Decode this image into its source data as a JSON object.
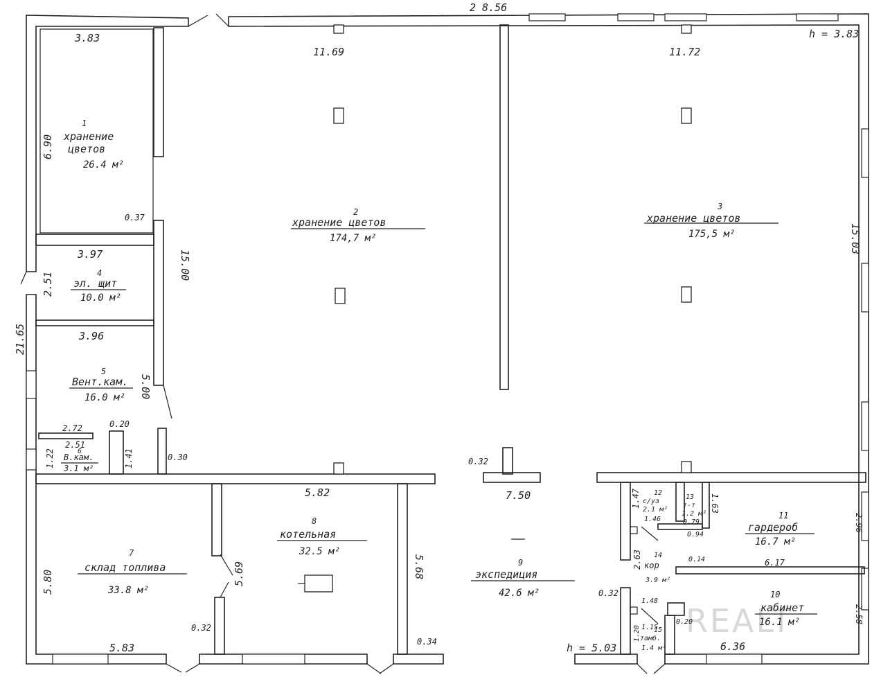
{
  "plan": {
    "overall_width": "2 8.56",
    "height_main": "h = 3.83",
    "height_low": "h = 5.03",
    "watermark": "REALT",
    "rooms": [
      {
        "num": "1",
        "name_line1": "хранение",
        "name_line2": "цветов",
        "area": "26.4 м²"
      },
      {
        "num": "2",
        "name": "хранение цветов",
        "area": "174,7 м²"
      },
      {
        "num": "3",
        "name": "хранение цветов",
        "area": "175,5 м²"
      },
      {
        "num": "4",
        "name": "эл. щит",
        "area": "10.0 м²"
      },
      {
        "num": "5",
        "name": "Вент.кам.",
        "area": "16.0 м²"
      },
      {
        "num": "6",
        "name": "В.кам.",
        "area": "3.1 м²"
      },
      {
        "num": "7",
        "name": "склад топлива",
        "area": "33.8 м²"
      },
      {
        "num": "8",
        "name": "котельная",
        "area": "32.5 м²"
      },
      {
        "num": "9",
        "name": "экспедиция",
        "area": "42.6 м²"
      },
      {
        "num": "10",
        "name": "кабинет",
        "area": "16.1 м²"
      },
      {
        "num": "11",
        "name": "гардероб",
        "area": "16.7 м²"
      },
      {
        "num": "12",
        "name": "с/уз",
        "area": "2.1 м²"
      },
      {
        "num": "13",
        "name": "т-т",
        "area": "1.2 м²"
      },
      {
        "num": "14",
        "name": "кор",
        "area": "3.9 м²"
      },
      {
        "num": "15",
        "name": "тамб.",
        "area": "1.4 м²"
      }
    ],
    "dims": {
      "d_3_83": "3.83",
      "d_11_69": "11.69",
      "d_11_72": "11.72",
      "d_6_90": "6.90",
      "d_0_37": "0.37",
      "d_15_00": "15.00",
      "d_3_97": "3.97",
      "d_2_51_left": "2.51",
      "d_21_65": "21.65",
      "d_3_96": "3.96",
      "d_5_00": "5.00",
      "d_15_03": "15.03",
      "d_2_72": "2.72",
      "d_0_20_top": "0.20",
      "d_2_51_vk": "2.51",
      "d_1_22": "1.22",
      "d_1_41": "1.41",
      "d_0_30": "0.30",
      "d_0_32_mid": "0.32",
      "d_5_82": "5.82",
      "d_7_50": "7.50",
      "d_5_80": "5.80",
      "d_5_69": "5.69",
      "d_5_68": "5.68",
      "d_0_32_left": "0.32",
      "d_0_34": "0.34",
      "d_5_83": "5.83",
      "d_1_47": "1.47",
      "d_1_46": "1.46",
      "d_0_79": "0.79",
      "d_1_63": "1.63",
      "d_0_94": "0.94",
      "d_2_63": "2.63",
      "d_0_14": "0.14",
      "d_6_17": "6.17",
      "d_2_96": "2.96",
      "d_0_32_right": "0.32",
      "d_1_48": "1.48",
      "d_1_15": "1.15",
      "d_1_20": "1.20",
      "d_0_20_bot": "0.20",
      "d_6_36": "6.36",
      "d_2_58": "2.58"
    }
  }
}
